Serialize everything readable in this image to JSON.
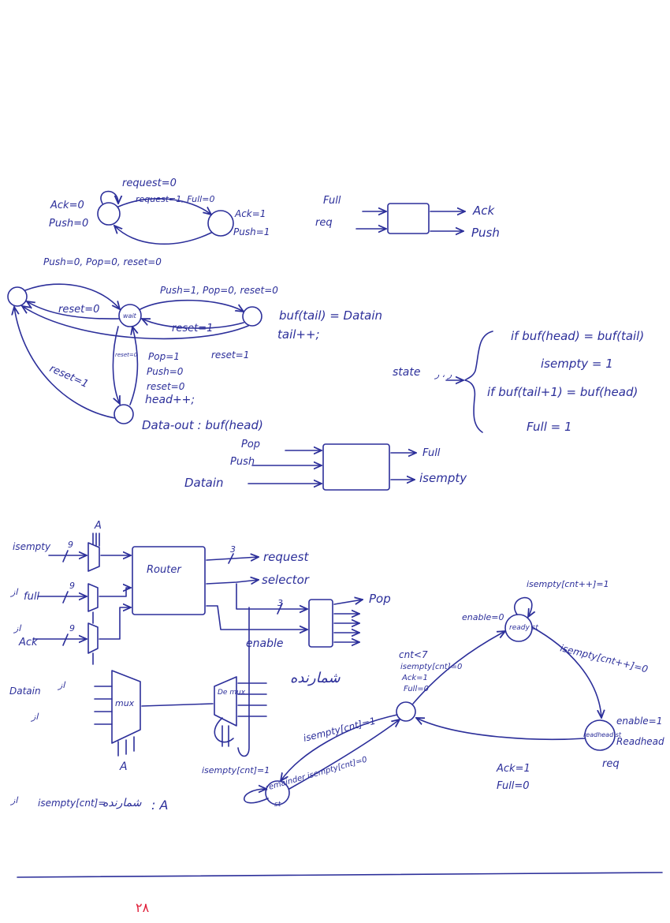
{
  "handshake_fsm": {
    "self_loop_label": "request=0",
    "arc_label": "request=1, Full=0",
    "left_outputs": [
      "Ack=0",
      "Push=0"
    ],
    "right_outputs": [
      "Ack=1",
      "Push=1"
    ]
  },
  "handshake_block": {
    "inputs": [
      "Full",
      "req"
    ],
    "outputs": [
      "Ack",
      "Push"
    ]
  },
  "buffer_fsm": {
    "top_label": "Push=0, Pop=0, reset=0",
    "right_arc_label": "Push=1, Pop=0, reset=0",
    "reset0_label": "reset=0",
    "wait_label": "wait",
    "reset1_a": "reset=1",
    "reset1_b": "reset=1",
    "reset1_c": "reset=1",
    "reset0_vertical": "reset=0",
    "pop_cond": [
      "Pop=1",
      "Push=0",
      "reset=0",
      "head++;"
    ],
    "data_out": "Data-out : buf(head)",
    "write_actions": [
      "buf(tail) = Datain",
      "tail++;"
    ]
  },
  "state_conditions": {
    "state_label": "state",
    "arrow_note": "ر ، ر",
    "lines": [
      "if buf(head) = buf(tail)",
      "isempty = 1",
      "if buf(tail+1) = buf(head)",
      "Full = 1"
    ]
  },
  "buffer_block": {
    "inputs": [
      "Pop",
      "Push",
      "Datain"
    ],
    "outputs": [
      "Full",
      "isempty"
    ]
  },
  "router_diagram": {
    "bus_width_left": "9",
    "mux_top_label": "A",
    "inputs": [
      "isempty",
      "full",
      "Ack"
    ],
    "input_prefix_full": "از",
    "input_prefix_ack": "از",
    "router_label": "Router",
    "bus_width_request": "3",
    "outputs": [
      "request",
      "selector"
    ],
    "enable_label": "enable",
    "demux_bus_width": "3",
    "pop_label": "Pop",
    "datain_label": "Datain",
    "datain_suffix": "از",
    "datain_suffix2": "از",
    "mux_label": "mux",
    "demux_label": "De mux",
    "mux_bottom_label": "A",
    "cnt_label": "isempty[cnt]=1",
    "persian_note": "شمارنده",
    "legend_prefix": "از",
    "legend_a": "isempty[cnt]=",
    "legend_b": "شمارنده",
    "legend_c": ": A"
  },
  "cnt_fsm": {
    "ready_label": "ready st",
    "ready_loop": "isempty[cnt++]=1",
    "enable0": "enable=0",
    "ready_to_read": "isempty[cnt++]=0",
    "center_labels": [
      "cnt<7",
      "isempty[cnt]=0",
      "Ack=1",
      "Full=0"
    ],
    "readhead_label": "readhead st",
    "enable1": "enable=1",
    "readhead_text": "Readhead",
    "req_label": "req",
    "back_label": [
      "Ack=1",
      "Full=0"
    ],
    "to_remainder": "isempty[cnt]=1",
    "from_remainder": "remainder isempty[cnt]=0",
    "remainder_label": "st"
  },
  "footer": {
    "page_number": "۲۸"
  }
}
